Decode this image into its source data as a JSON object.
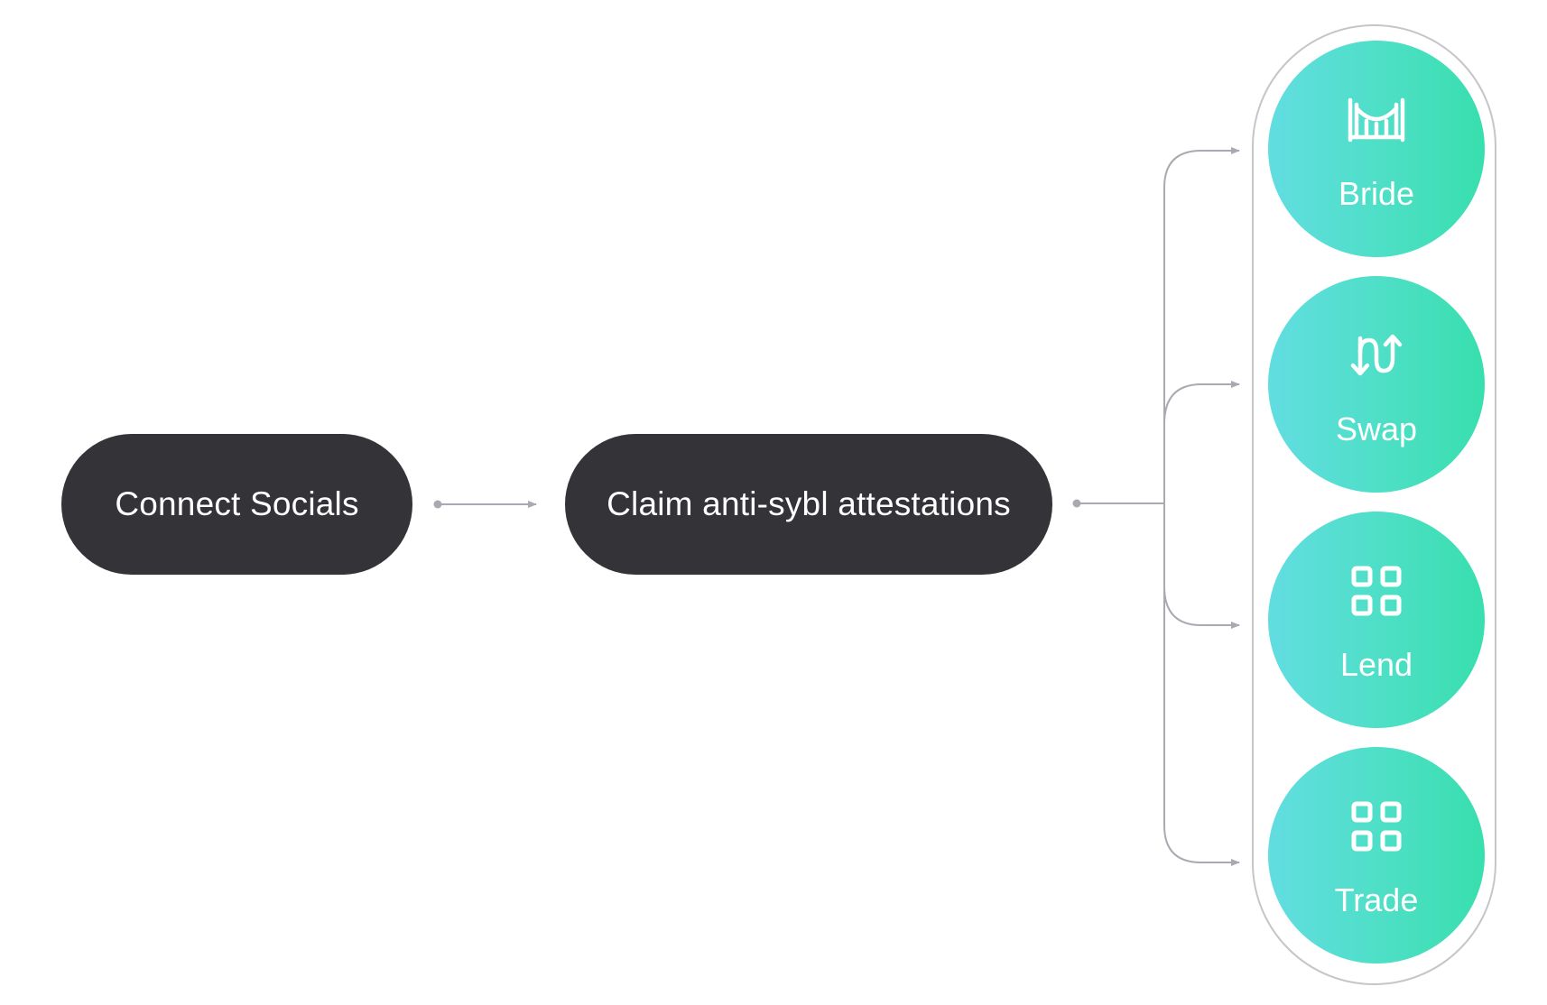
{
  "steps": [
    {
      "label": "Connect Socials"
    },
    {
      "label": "Claim anti-sybl attestations"
    }
  ],
  "actions": [
    {
      "label": "Bride",
      "icon": "bridge-icon"
    },
    {
      "label": "Swap",
      "icon": "swap-icon"
    },
    {
      "label": "Lend",
      "icon": "grid-icon"
    },
    {
      "label": "Trade",
      "icon": "grid-icon"
    }
  ],
  "colors": {
    "pill_background": "#333338",
    "gradient_start": "#62dde1",
    "gradient_end": "#38dfae",
    "connector": "#a9a9b2",
    "capsule_border": "#c5c5ca"
  }
}
